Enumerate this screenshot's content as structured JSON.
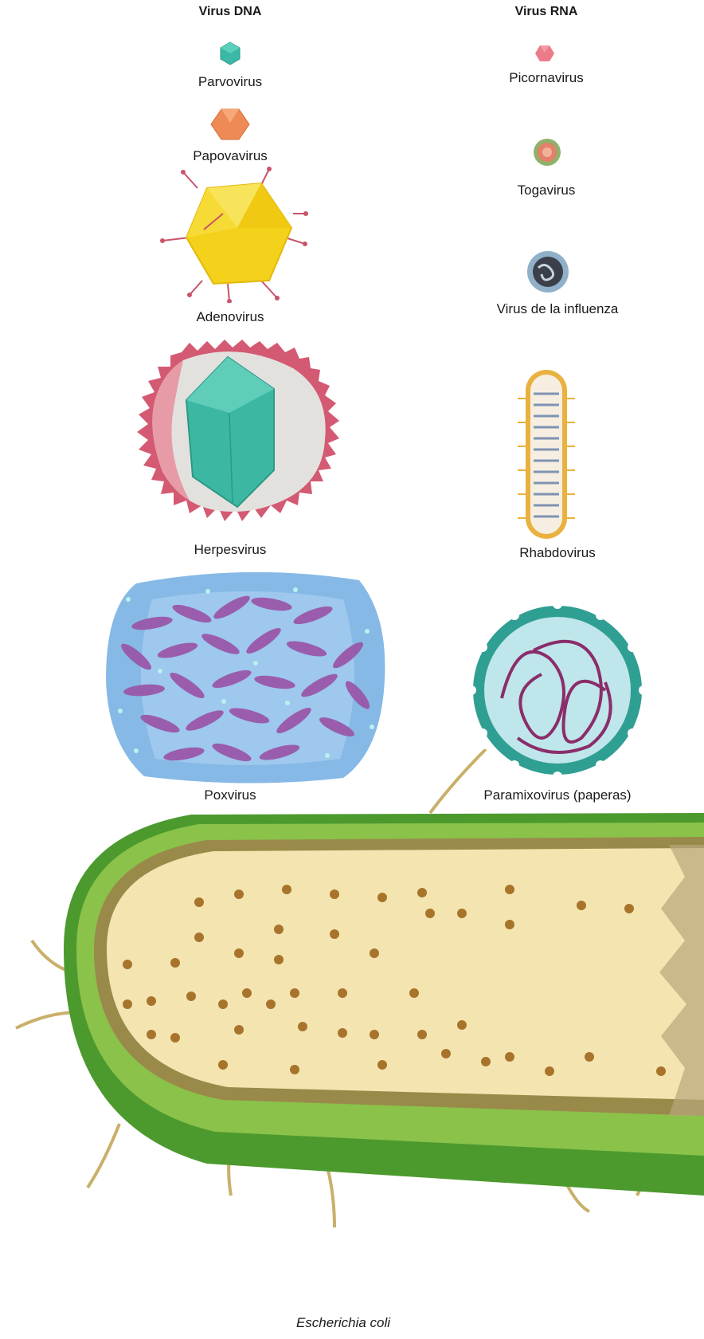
{
  "headers": {
    "dna": "Virus DNA",
    "rna": "Virus RNA"
  },
  "dna_viruses": [
    {
      "label": "Parvovirus"
    },
    {
      "label": "Papovavirus"
    },
    {
      "label": "Adenovirus"
    },
    {
      "label": "Herpesvirus"
    },
    {
      "label": "Poxvirus"
    }
  ],
  "rna_viruses": [
    {
      "label": "Picornavirus"
    },
    {
      "label": "Togavirus"
    },
    {
      "label": "Virus de la influenza"
    },
    {
      "label": "Rhabdovirus"
    },
    {
      "label": "Paramixovirus (paperas)"
    }
  ],
  "bacterium": {
    "label": "Escherichia coli"
  },
  "colors": {
    "parvo": "#3bb9a6",
    "papova": "#ee8a55",
    "adeno": "#f2d21c",
    "herpes_envelope": "#d96b7e",
    "herpes_capsid": "#3cb8a2",
    "pox": "#86b9e6",
    "pox_core": "#9a55a8",
    "picorna": "#ec7b8a",
    "rhabdo": "#e9b13f",
    "paramyxo": "#2f9f93",
    "ecoli_wall": "#4c9a2e",
    "ecoli_cytoplasm": "#f4e5b0",
    "ribosome": "#a8742c"
  }
}
